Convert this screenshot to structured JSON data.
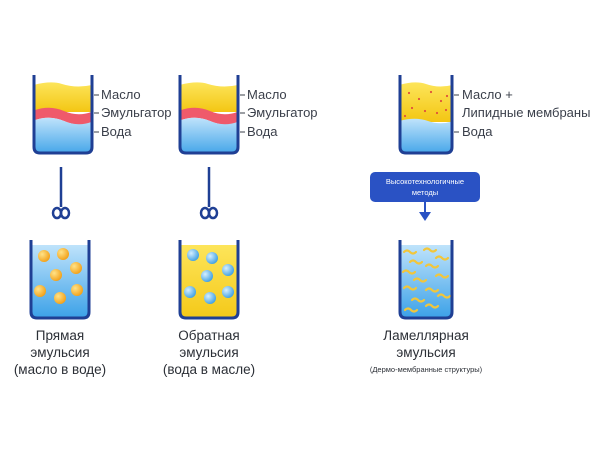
{
  "beakers": [
    {
      "layers": [
        "Масло",
        "Эмульгатор",
        "Вода"
      ],
      "result": {
        "caption": [
          "Прямая",
          "эмульсия",
          "(масло в воде)"
        ]
      }
    },
    {
      "layers": [
        "Масло",
        "Эмульгатор",
        "Вода"
      ],
      "result": {
        "caption": [
          "Обратная",
          "эмульсия",
          "(вода в масле)"
        ]
      }
    },
    {
      "layers": [
        "Масло +",
        "Липидные мембраны",
        "Вода"
      ],
      "method": [
        "Высокотехнологичные",
        "методы"
      ],
      "result": {
        "caption": [
          "Ламеллярная",
          "эмульсия"
        ],
        "note": "(Дермо-мембранные структуры)"
      }
    }
  ],
  "colors": {
    "outline": "#1f3f94",
    "oil": "#f7d21c",
    "emulsifier": "#ef5a6b",
    "water": "#3da5e8",
    "water_light": "#bfe3fb",
    "droplet_oil": "#f6b224",
    "droplet_water": "#5ab7ee",
    "method_box": "#2a52c4",
    "membrane": "#f2c63a",
    "membrane_dot": "#e0523a"
  }
}
